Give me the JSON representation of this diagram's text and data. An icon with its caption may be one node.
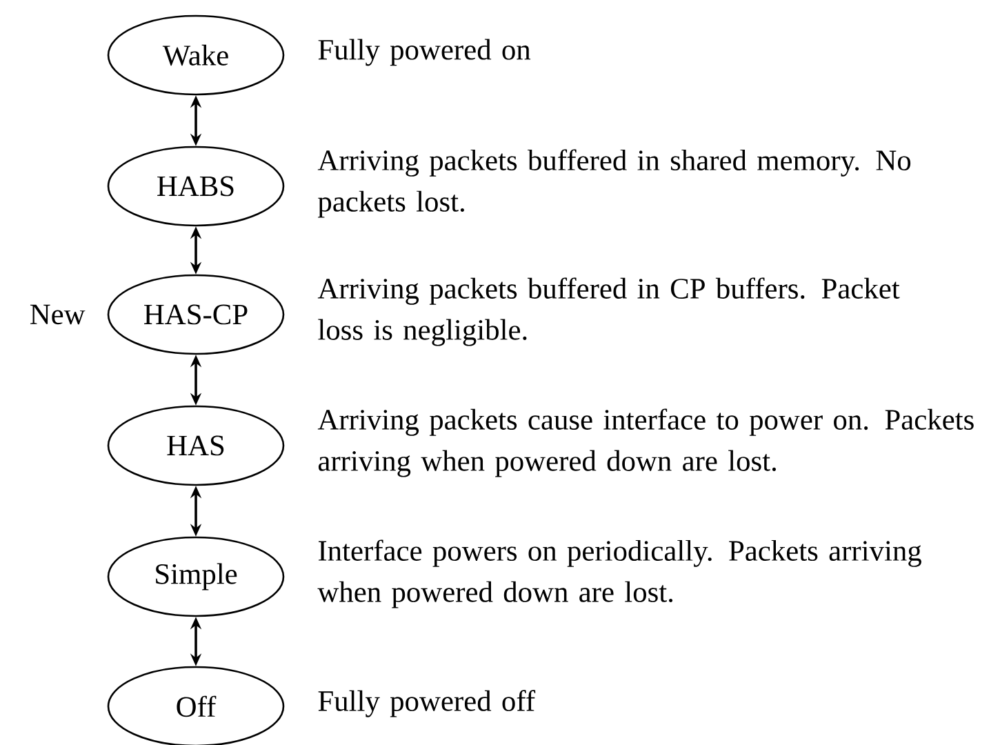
{
  "diagram": {
    "nodes": [
      {
        "text": [
          "Wake"
        ],
        "beside": [
          "Fully powered on"
        ]
      },
      {
        "text": [
          "HABS"
        ],
        "beside": [
          "Arriving packets buffered in shared memory.  No packets lost."
        ]
      },
      {
        "text": [
          "HAS-CP"
        ],
        "beside": [
          "New",
          "Arriving packets buffered in CP buffers. Packet loss is negligible."
        ]
      },
      {
        "text": [
          "HAS"
        ],
        "beside": [
          "Arriving packets cause interface to power on. Packets arriving when powered down are lost."
        ]
      },
      {
        "text": [
          "Simple"
        ],
        "beside": [
          "Interface powers on periodically. Packets arriving when powered down are lost."
        ]
      },
      {
        "text": [
          "Off"
        ],
        "beside": [
          "Fully powered off"
        ]
      }
    ],
    "edges": [
      {
        "from": 0,
        "to": 1,
        "arrow": "both"
      },
      {
        "from": 1,
        "to": 2,
        "arrow": "both"
      },
      {
        "from": 2,
        "to": 3,
        "arrow": "both"
      },
      {
        "from": 3,
        "to": 4,
        "arrow": "both"
      },
      {
        "from": 4,
        "to": 5,
        "arrow": "both"
      }
    ]
  }
}
